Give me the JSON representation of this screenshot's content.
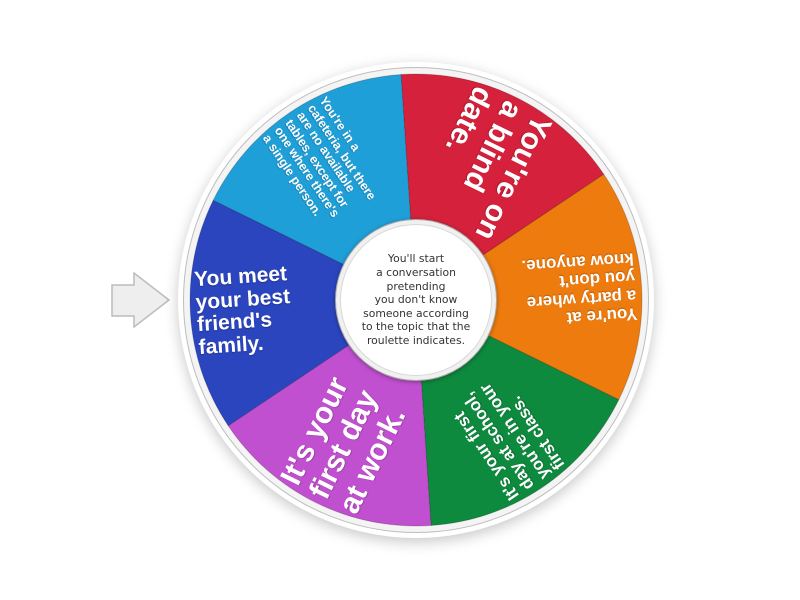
{
  "wheel": {
    "center_text": "You'll start\na conversation\npretending\nyou don't know\nsomeone according\nto the topic that the\nroulette indicates.",
    "segments": [
      {
        "label": "You're on\na blind\ndate.",
        "color": "#d5213b",
        "font_size": 30,
        "start_angle": -93.8,
        "end_angle": -33.8
      },
      {
        "label": "You're at\na party where\nyou don't\nknow anyone.",
        "color": "#ee7b0e",
        "font_size": 17,
        "start_angle": -33.8,
        "end_angle": 26.2
      },
      {
        "label": "It's your first\nday at school,\nyou're in your\nfirst class.",
        "color": "#0e8a3e",
        "font_size": 17,
        "start_angle": 26.2,
        "end_angle": 86.2
      },
      {
        "label": "It's your\nfirst day\nat work.",
        "color": "#c050cf",
        "font_size": 30,
        "start_angle": 86.2,
        "end_angle": 146.2
      },
      {
        "label": "You meet\nyour best\nfriend's\nfamily.",
        "color": "#2b45bf",
        "font_size": 21,
        "start_angle": 146.2,
        "end_angle": 206.2
      },
      {
        "label": "You're in a\ncafeteria, but there\nare no available\ntables, except for\none where there's\na single person.",
        "color": "#1f9fd8",
        "font_size": 12.5,
        "start_angle": 206.2,
        "end_angle": 266.2
      }
    ]
  },
  "pointer": {
    "icon": "arrow-right-icon",
    "fill": "#eeeeee",
    "stroke": "#bbbbbb"
  }
}
